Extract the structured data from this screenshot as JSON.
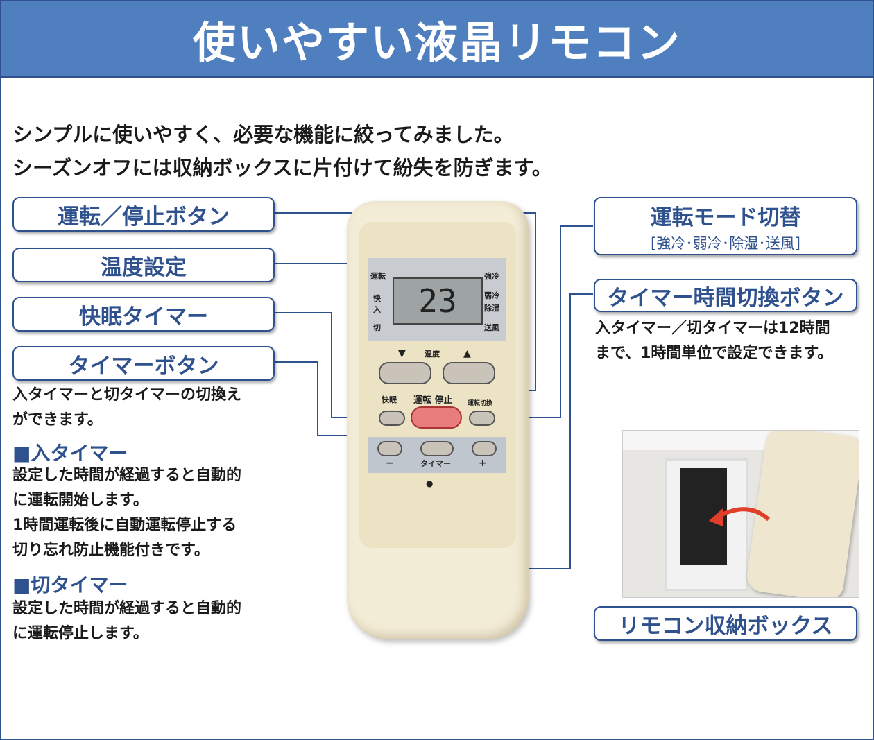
{
  "title": "使いやすい液晶リモコン",
  "intro": [
    "シンプルに使いやすく、必要な機能に絞ってみました。",
    "シーズンオフには収納ボックスに片付けて紛失を防ぎます。"
  ],
  "labels": {
    "power": "運転／停止ボタン",
    "temp": "温度設定",
    "sleep": "快眠タイマー",
    "timer": "タイマーボタン",
    "mode": "運転モード切替",
    "mode_sub": "[強冷･弱冷･除湿･送風]",
    "timer_switch": "タイマー時間切換ボタン",
    "storage": "リモコン収納ボックス"
  },
  "descriptions": {
    "timer": [
      "入タイマーと切タイマーの切換え",
      "ができます。"
    ],
    "on_timer_head": "■入タイマー",
    "on_timer": [
      "設定した時間が経過すると自動的",
      "に運転開始します。",
      "1時間運転後に自動運転停止する",
      "切り忘れ防止機能付きです。"
    ],
    "off_timer_head": "■切タイマー",
    "off_timer": [
      "設定した時間が経過すると自動的",
      "に運転停止します。"
    ],
    "timer_switch": [
      "入タイマー／切タイマーは12時間",
      "まで、1時間単位で設定できます。"
    ]
  },
  "remote": {
    "lcd": "23",
    "left_labels": [
      "運転",
      "快",
      "入",
      "切"
    ],
    "right_labels": [
      "強冷",
      "弱冷",
      "除湿",
      "送風"
    ],
    "temp_label": "温度",
    "sleep_label": "快眠",
    "power_label": "運転 停止",
    "mode_label": "運転切換",
    "minus": "−",
    "timer_label": "タイマー",
    "plus": "+"
  },
  "colors": {
    "header": "#4f7fbf",
    "accent": "#2f528f",
    "power_button": "#e97d7d"
  }
}
